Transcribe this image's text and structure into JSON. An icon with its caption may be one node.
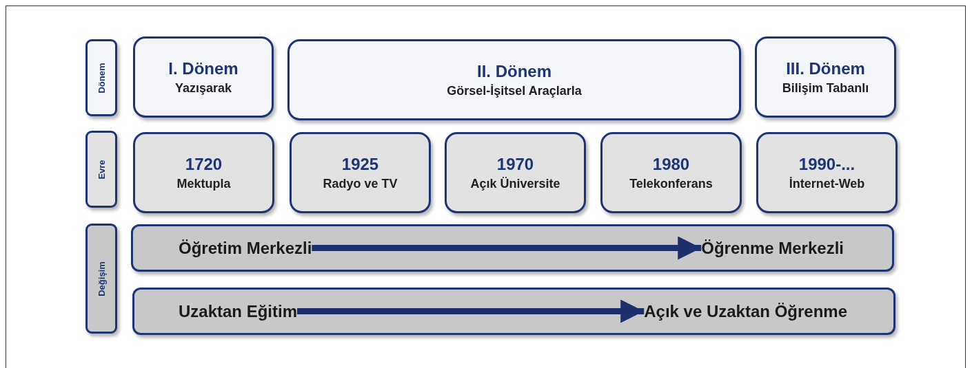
{
  "diagram": {
    "nodes": [
      {
        "text": [
          "Dönem"
        ]
      },
      {
        "text": [
          "I. Dönem",
          "Yazışarak"
        ]
      },
      {
        "text": [
          "II. Dönem",
          "Görsel-İşitsel Araçlarla"
        ]
      },
      {
        "text": [
          "III. Dönem",
          "Bilişim Tabanlı"
        ]
      },
      {
        "text": [
          "Evre"
        ]
      },
      {
        "text": [
          "1720",
          "Mektupla"
        ]
      },
      {
        "text": [
          "1925",
          "Radyo ve TV"
        ]
      },
      {
        "text": [
          "1970",
          "Açık Üniversite"
        ]
      },
      {
        "text": [
          "1980",
          "Telekonferans"
        ]
      },
      {
        "text": [
          "1990-...",
          "İnternet-Web"
        ]
      },
      {
        "text": [
          "Değişim"
        ]
      },
      {
        "text": [],
        "shape": "bar"
      },
      {
        "text": [
          "Öğretim Merkezli"
        ],
        "in": 11
      },
      {
        "text": [
          "Öğrenme Merkezli"
        ],
        "in": 11
      },
      {
        "text": [],
        "shape": "bar"
      },
      {
        "text": [
          "Uzaktan Eğitim"
        ],
        "in": 14
      },
      {
        "text": [
          "Açık ve Uzaktan Öğrenme"
        ],
        "in": 14
      }
    ],
    "edges": [
      {
        "from": 12,
        "to": 13,
        "arrow": "to"
      },
      {
        "from": 15,
        "to": 16,
        "arrow": "to"
      }
    ]
  }
}
